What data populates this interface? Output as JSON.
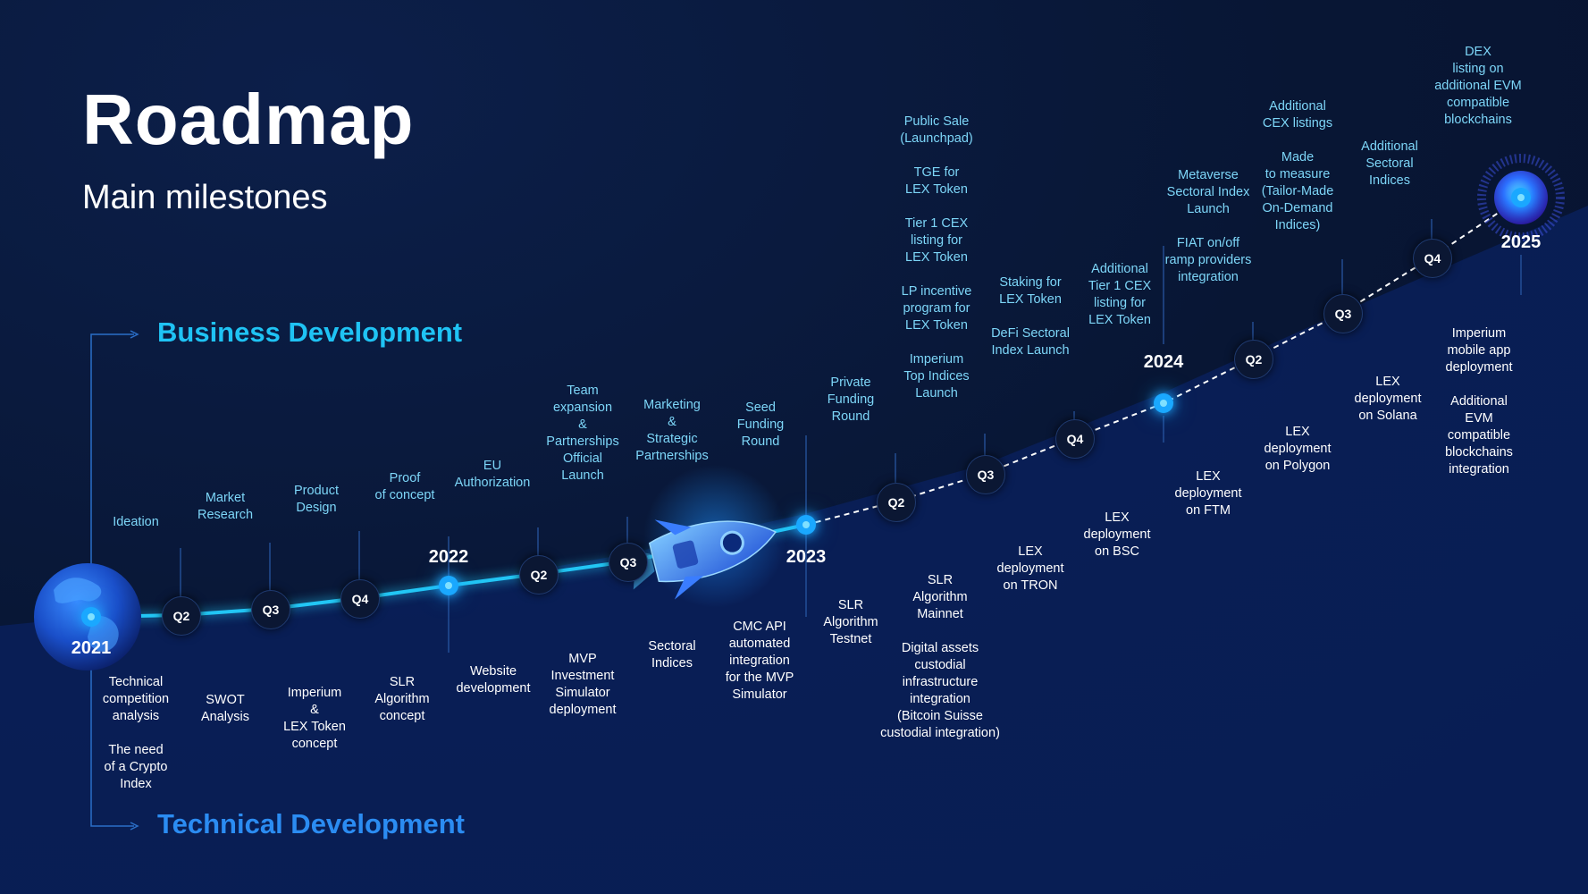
{
  "title": "Roadmap",
  "subtitle": "Main milestones",
  "sections": {
    "business": "Business Development",
    "technical": "Technical Development"
  },
  "colors": {
    "business": "#1fc3f4",
    "technical": "#2b8cf2",
    "path": "#22c6f5",
    "node": "#1aa8ff"
  },
  "years": [
    "2021",
    "2022",
    "2023",
    "2024",
    "2025"
  ],
  "quarters": [
    "Q2",
    "Q3",
    "Q4",
    "Q2",
    "Q3",
    "Q2",
    "Q3",
    "Q4",
    "Q2",
    "Q3",
    "Q4"
  ],
  "business": [
    "Ideation",
    "Market\nResearch",
    "Product\nDesign",
    "Proof\nof concept",
    "EU\nAuthorization",
    "Team\nexpansion\n&\nPartnerships\nOfficial\nLaunch",
    "Marketing\n&\nStrategic\nPartnerships",
    "Seed\nFunding\nRound",
    "Private\nFunding\nRound",
    "Public Sale\n(Launchpad)\n\nTGE for\nLEX Token\n\nTier 1 CEX\nlisting for\nLEX Token\n\nLP incentive\nprogram for\nLEX Token\n\nImperium\nTop Indices\nLaunch",
    "Staking for\nLEX Token\n\nDeFi Sectoral\nIndex Launch",
    "Additional\nTier 1 CEX\nlisting for\nLEX Token",
    "Metaverse\nSectoral Index\nLaunch\n\nFIAT on/off\nramp providers\nintegration",
    "Additional\nCEX listings\n\nMade\nto measure\n(Tailor-Made\nOn-Demand\nIndices)",
    "Additional\nSectoral\nIndices",
    "DEX\nlisting on\nadditional EVM\ncompatible\nblockchains"
  ],
  "technical": [
    "Technical\ncompetition\nanalysis\n\nThe need\nof a Crypto\nIndex",
    "SWOT\nAnalysis",
    "Imperium\n&\nLEX Token\nconcept",
    "SLR\nAlgorithm\nconcept",
    "Website\ndevelopment",
    "MVP\nInvestment\nSimulator\ndeployment",
    "Sectoral\nIndices",
    "CMC API\nautomated\nintegration\nfor the MVP\nSimulator",
    "SLR\nAlgorithm\nTestnet",
    "SLR\nAlgorithm\nMainnet\n\nDigital assets\ncustodial\ninfrastructure\nintegration\n(Bitcoin Suisse\ncustodial integration)",
    "LEX\ndeployment\non TRON",
    "LEX\ndeployment\non BSC",
    "LEX\ndeployment\non FTM",
    "LEX\ndeployment\non Polygon",
    "LEX\ndeployment\non Solana",
    "Imperium\nmobile app\ndeployment\n\nAdditional\nEVM\ncompatible\nblockchains\nintegration"
  ]
}
